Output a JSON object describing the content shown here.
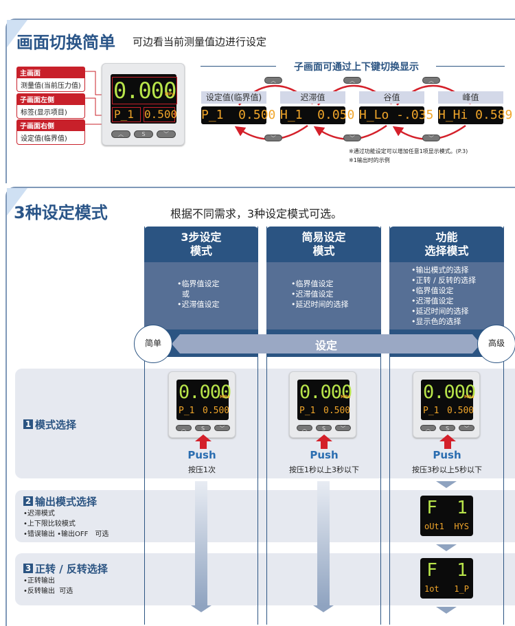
{
  "section1": {
    "title": "画面切换简单",
    "subtitle": "可边看当前测量值边进行设定",
    "callouts": [
      {
        "title": "主画面",
        "desc": "测量值(当前压力值)"
      },
      {
        "title": "子画面左侧",
        "desc": "标签(显示项目)"
      },
      {
        "title": "子画面右侧",
        "desc": "设定值(临界值)"
      }
    ],
    "switch_heading": "子画面可通过上下键切换显示",
    "views": [
      {
        "label": "设定值(临界值)",
        "display": "P_1  0.500"
      },
      {
        "label": "迟滞值",
        "display": "H_1  0.050"
      },
      {
        "label": "谷值",
        "display": "H_Lo -.035"
      },
      {
        "label": "峰值",
        "display": "H_Hi 0.589"
      }
    ],
    "notes": [
      "※通过功能设定可以增加任意1项显示模式。(P.3)",
      "※1输出时的示例"
    ]
  },
  "device": {
    "main_value": "0.000",
    "unit": "MPa",
    "sub_left": "P_1",
    "sub_right": "0.500",
    "btn_up": "︿",
    "btn_set": "S",
    "btn_down": "﹀"
  },
  "section2": {
    "title": "3种设定模式",
    "subtitle": "根据不同需求，3种设定模式可选。",
    "columns": [
      {
        "title1": "3步设定",
        "title2": "模式",
        "items": [
          "•临界值设定",
          "  或",
          "•迟滞值设定"
        ],
        "push": "Push",
        "push_desc": "按压1次"
      },
      {
        "title1": "简易设定",
        "title2": "模式",
        "items": [
          "•临界值设定",
          "•迟滞值设定",
          "•延迟时间的选择"
        ],
        "push": "Push",
        "push_desc": "按压1秒以上3秒以下"
      },
      {
        "title1": "功能",
        "title2": "选择模式",
        "items": [
          "•输出模式的选择",
          "•正转 / 反转的选择",
          "•临界值设定",
          "•迟滞值设定",
          "•延迟时间的选择",
          "•显示色的选择"
        ],
        "push": "Push",
        "push_desc": "按压3秒以上5秒以下"
      }
    ],
    "scale_left": "简单",
    "scale_center": "设定",
    "scale_right": "高级",
    "rows": [
      {
        "num": "1",
        "title": "模式选择",
        "items": []
      },
      {
        "num": "2",
        "title": "输出模式选择",
        "items": [
          "•迟滞模式",
          "•上下限比较模式",
          "•错误输出 •输出OFF　可选"
        ],
        "lcd_top": "F  1",
        "lcd_bottom": "oUt1  HYS"
      },
      {
        "num": "3",
        "title": "正转 / 反转选择",
        "items": [
          "•正转输出",
          "•反转输出  可选"
        ],
        "lcd_top": "F  1",
        "lcd_bottom": "1ot   1_P"
      }
    ]
  }
}
